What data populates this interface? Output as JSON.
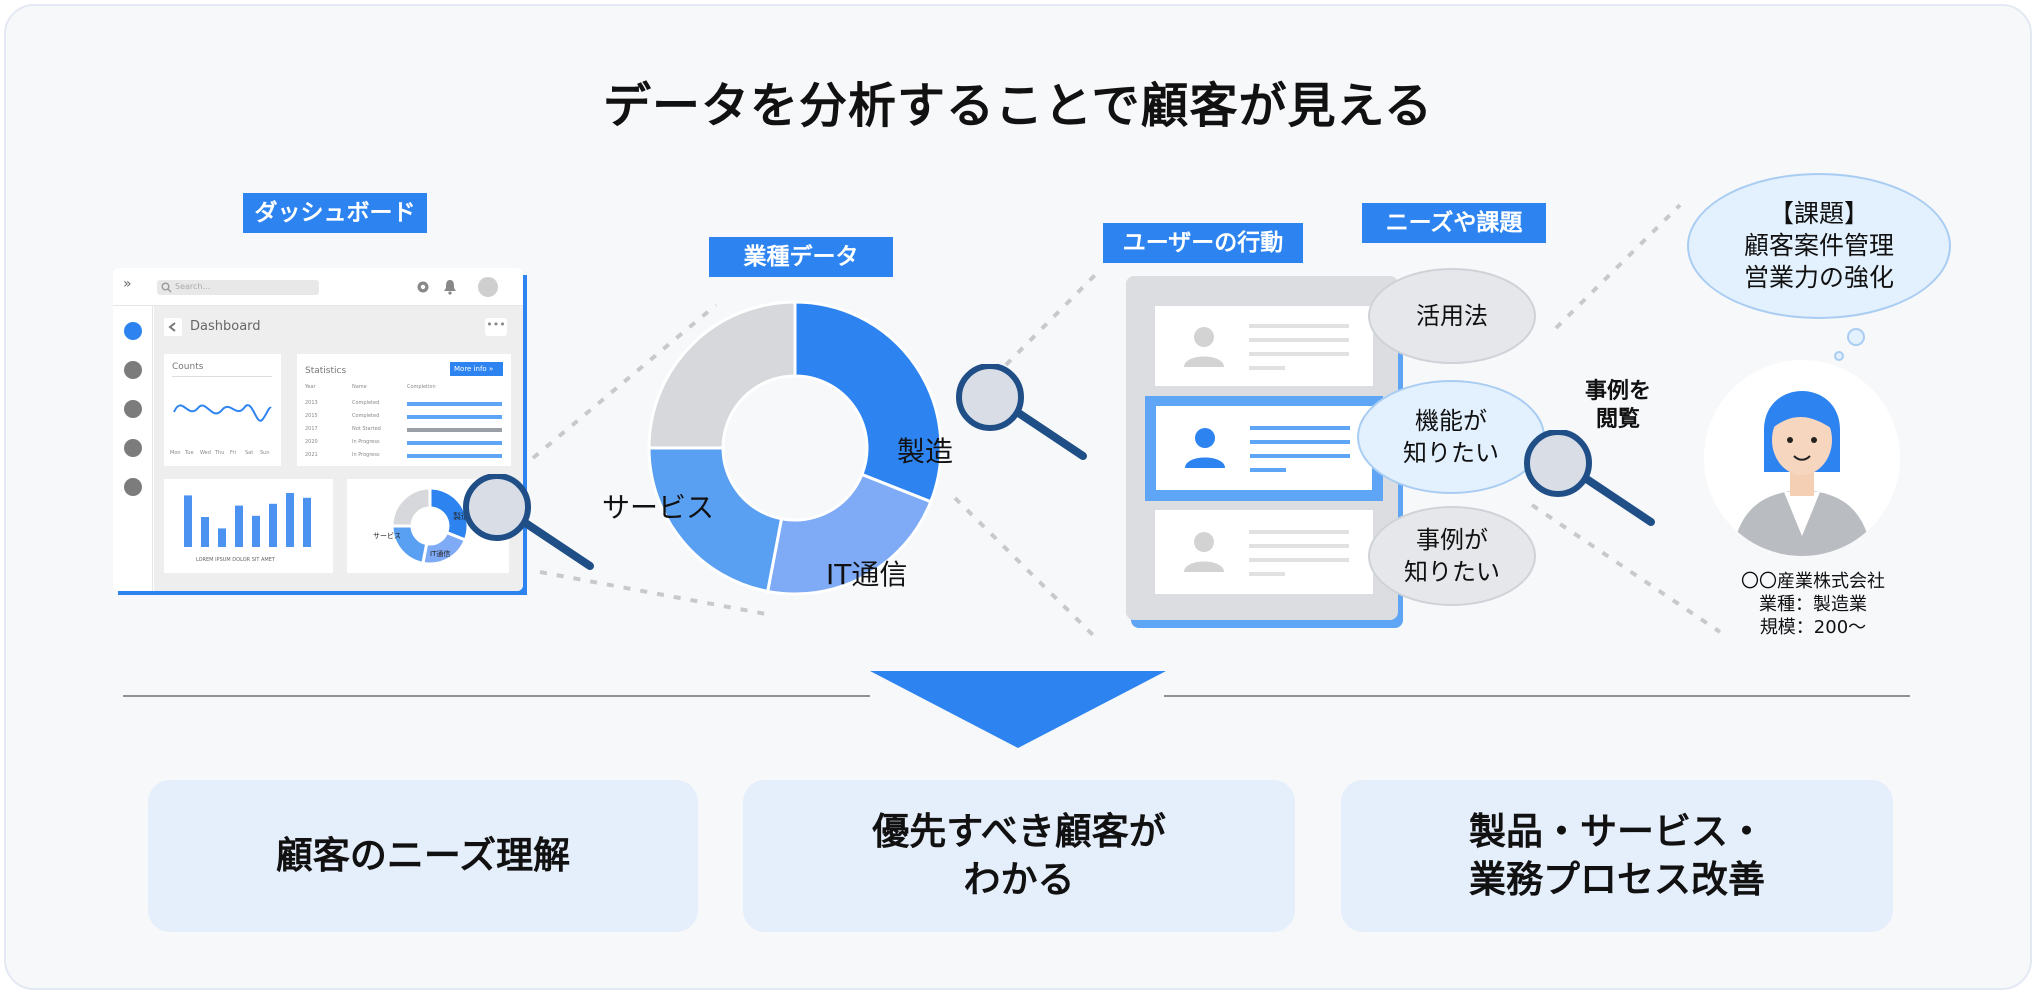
{
  "title": "データを分析することで顧客が見える",
  "tags": {
    "dashboard": "ダッシュボード",
    "industry": "業種データ",
    "behavior": "ユーザーの行動",
    "needs": "ニーズや課題"
  },
  "dashboard": {
    "search_placeholder": "Search...",
    "page_title": "Dashboard",
    "counts_label": "Counts",
    "counts_months": [
      "Mon",
      "Tue",
      "Wed",
      "Thu",
      "Fri",
      "Sat",
      "Sun"
    ],
    "stats_label": "Statistics",
    "more_info": "More info",
    "stats_headers": [
      "Year",
      "Name",
      "Completion"
    ],
    "stats_rows": [
      {
        "year": "2013",
        "name": "Completed"
      },
      {
        "year": "2015",
        "name": "Completed"
      },
      {
        "year": "2017",
        "name": "Not Started"
      },
      {
        "year": "2020",
        "name": "In Progress"
      },
      {
        "year": "2021",
        "name": "In Progress"
      }
    ],
    "bar_caption": "LOREM IPSUM DOLOR SIT AMET",
    "mini_donut_labels": [
      "製造",
      "サービス",
      "IT通信"
    ]
  },
  "chart_data": {
    "type": "pie",
    "categories": [
      "製造",
      "IT通信",
      "サービス",
      ""
    ],
    "values": [
      31,
      22,
      22,
      25
    ],
    "colors": [
      "#2d84f0",
      "#7faaf5",
      "#5aa0f2",
      "#d6d8dc"
    ]
  },
  "profiles": {
    "bubbles": [
      "活用法",
      "機能が\n知りたい",
      "事例が\n知りたい"
    ],
    "action_label": "事例を\n閲覧"
  },
  "persona": {
    "issue_bubble": "【課題】\n顧客案件管理\n営業力の強化",
    "company": "〇〇産業株式会社",
    "industry": "業種：製造業",
    "scale": "規模：200〜"
  },
  "results": [
    "顧客のニーズ理解",
    "優先すべき顧客が\nわかる",
    "製品・サービス・\n業務プロセス改善"
  ]
}
